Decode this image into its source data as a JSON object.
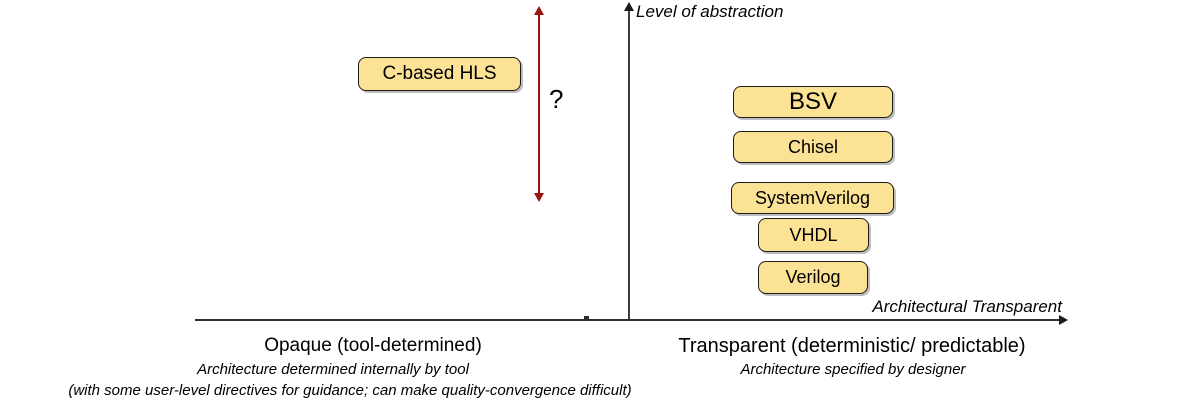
{
  "diagram": {
    "y_axis_label": "Level of abstraction",
    "x_axis_label": "Architectural Transparent",
    "question_mark": "?",
    "boxes": {
      "c_based_hls": "C-based HLS",
      "bsv": "BSV",
      "chisel": "Chisel",
      "systemverilog": "SystemVerilog",
      "vhdl": "VHDL",
      "verilog": "Verilog"
    },
    "left_region": {
      "title": "Opaque (tool-determined)",
      "subtitle": "Architecture determined internally by tool",
      "note": "(with some user-level directives for guidance; can make quality-convergence difficult)"
    },
    "right_region": {
      "title": "Transparent (deterministic/ predictable)",
      "subtitle": "Architecture specified by designer"
    },
    "colors": {
      "box_fill": "#fbe294",
      "box_border": "#1c1c1c",
      "arrow_red": "#9b1010",
      "axis": "#2e2e2e"
    }
  }
}
